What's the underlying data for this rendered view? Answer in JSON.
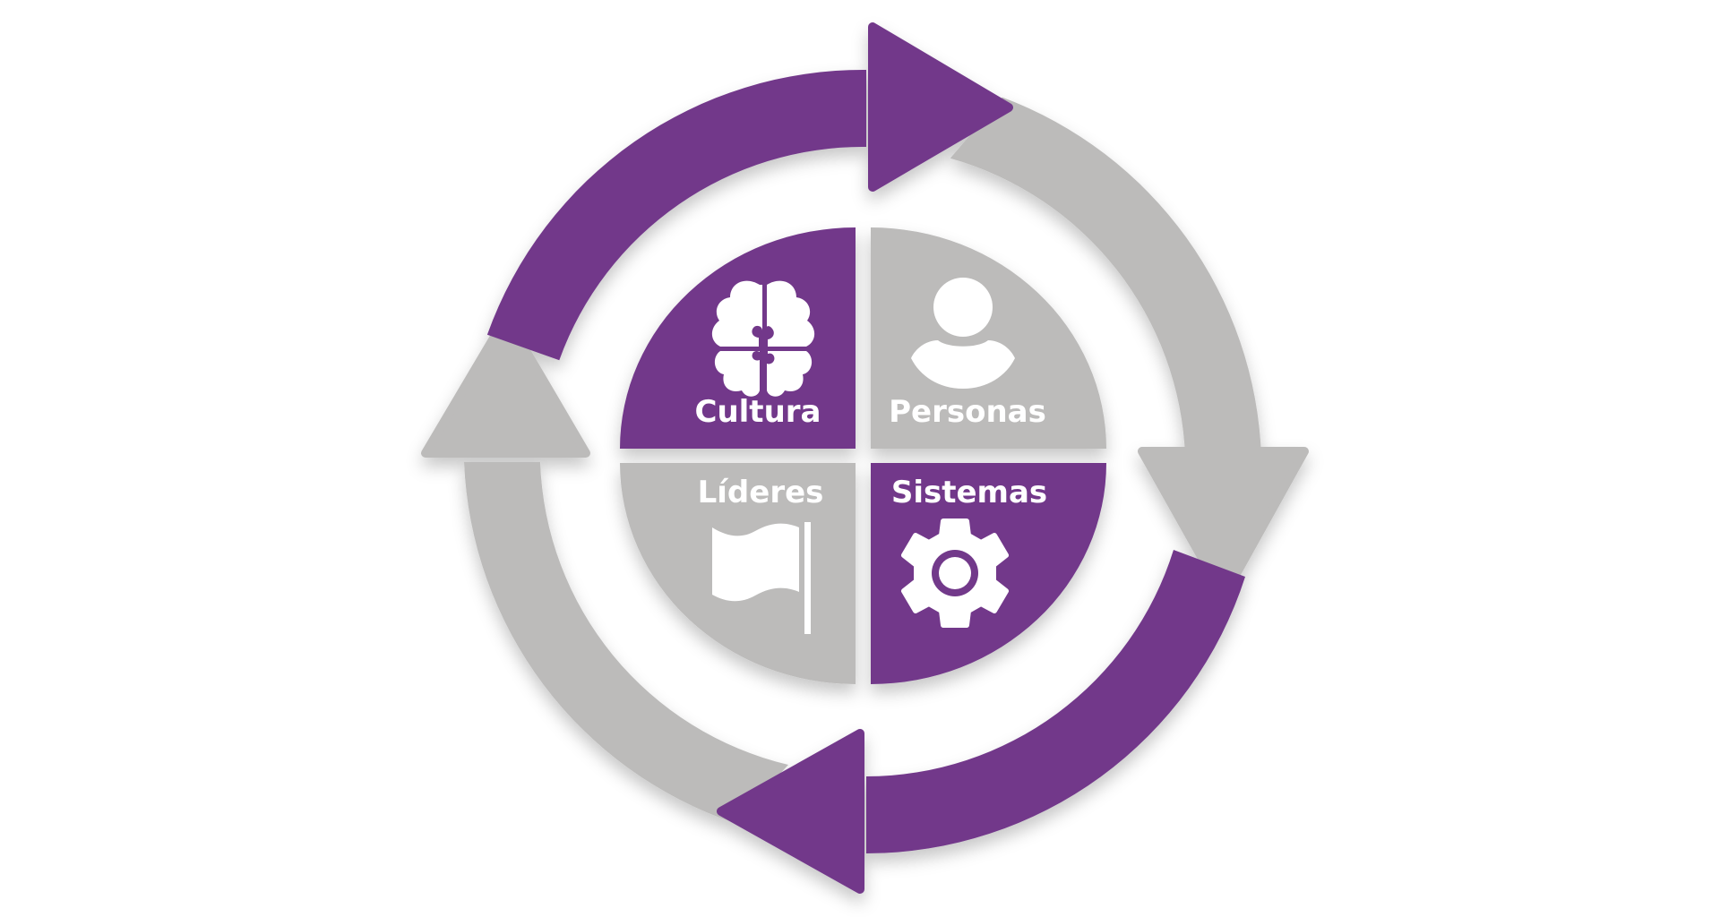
{
  "colors": {
    "accent": "#72398a",
    "neutral": "#bcbbba",
    "icon": "#ffffff",
    "background": "#ffffff"
  },
  "quadrants": [
    {
      "label": "Cultura",
      "icon": "brain-puzzle-icon",
      "color": "accent"
    },
    {
      "label": "Personas",
      "icon": "person-icon",
      "color": "neutral"
    },
    {
      "label": "Líderes",
      "icon": "flag-icon",
      "color": "neutral"
    },
    {
      "label": "Sistemas",
      "icon": "gear-icon",
      "color": "accent"
    }
  ],
  "cycle": {
    "arrows": [
      "accent",
      "neutral",
      "accent",
      "neutral"
    ]
  }
}
